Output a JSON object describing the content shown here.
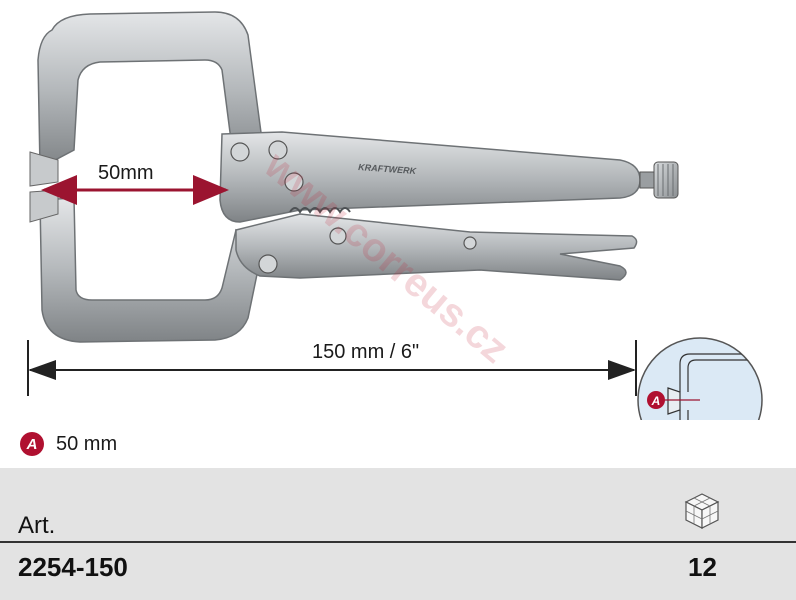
{
  "dimensions": {
    "jaw_opening_label": "50mm",
    "total_length_label": "150 mm / 6\""
  },
  "tool": {
    "brand_marking": "KRAFTWERK"
  },
  "legend": {
    "badge": "A",
    "text": "50 mm"
  },
  "table": {
    "header_art": "Art.",
    "art_number": "2254-150",
    "pack_icon": "box-cube-icon",
    "pack_quantity": "12"
  },
  "watermark": "www.correus.cz",
  "colors": {
    "dimension_arrow": "#9b1430",
    "badge": "#b01030",
    "table_bg": "#e3e3e3",
    "tool_metal": "#b9bcbf"
  }
}
